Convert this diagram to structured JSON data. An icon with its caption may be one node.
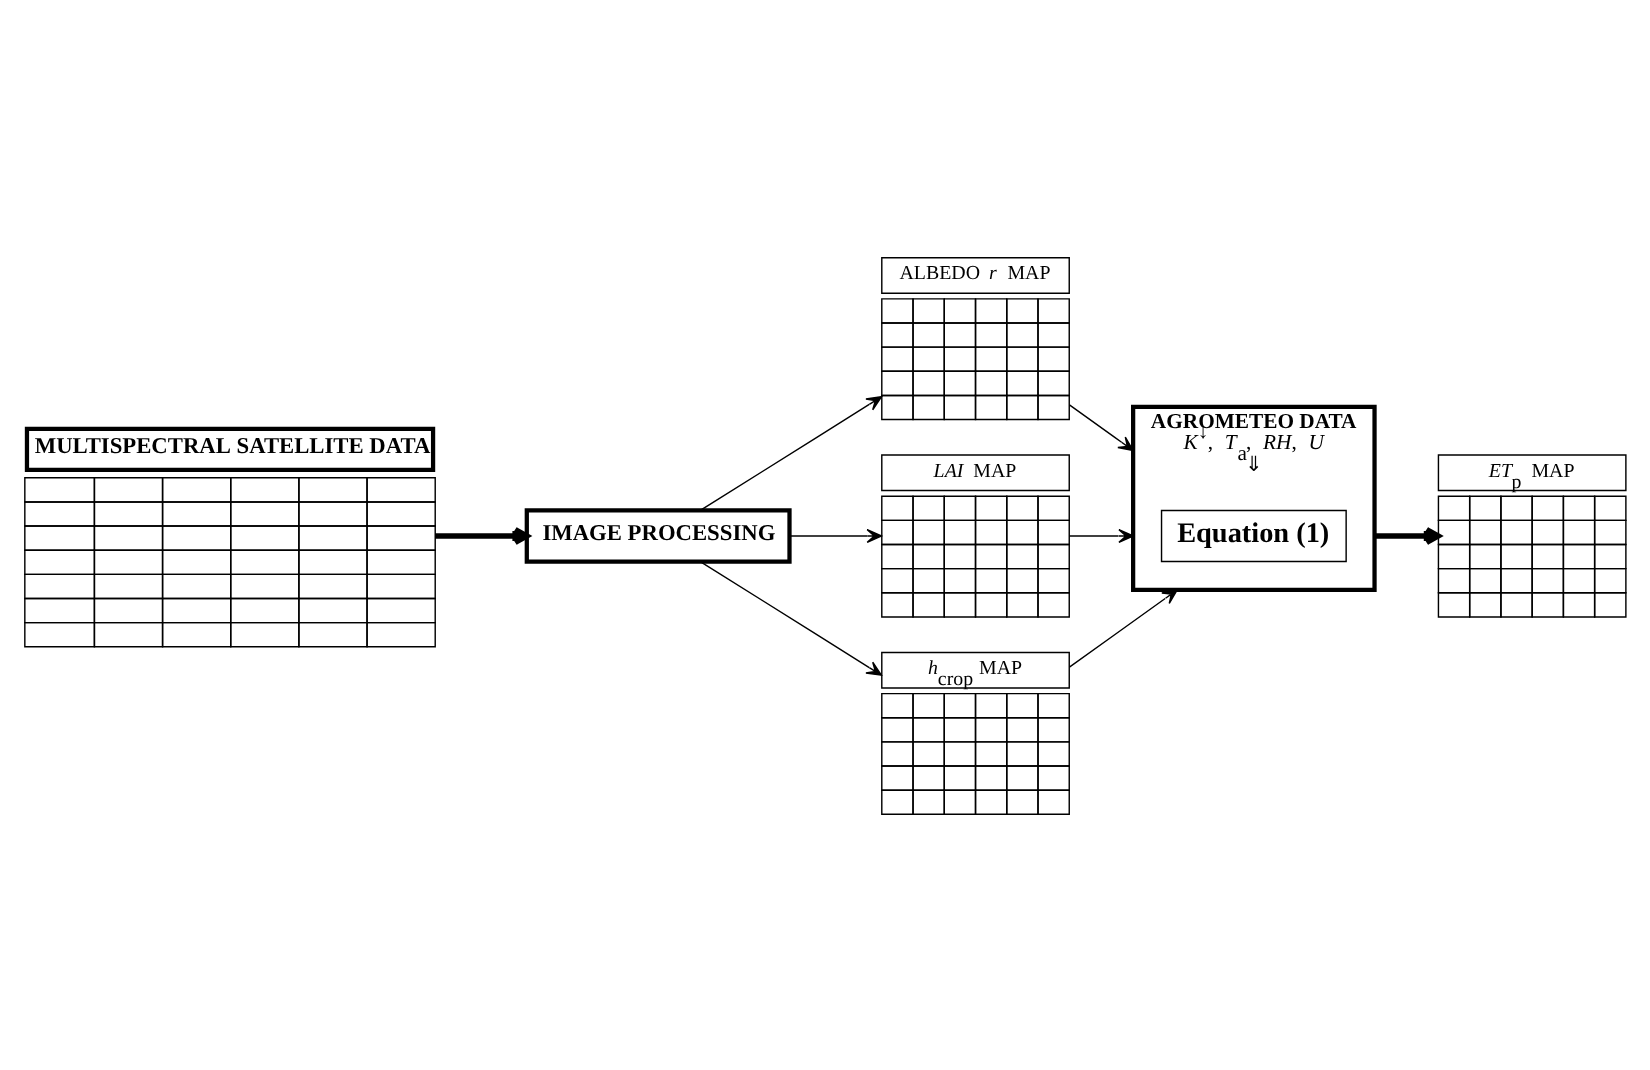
{
  "diagram": {
    "nodes": [
      {
        "text": [
          "MULTISPECTRAL SATELLITE DATA"
        ]
      },
      {
        "text": [
          "IMAGE PROCESSING"
        ]
      },
      {
        "text": [
          "ALBEDO *r* MAP"
        ]
      },
      {
        "text": [
          "*LAI* MAP"
        ]
      },
      {
        "text": [
          "*h*$_{crop}$ MAP"
        ]
      },
      {
        "text": [
          "AGROMETEO DATA",
          "*K*$^{↓}$, *T*$_{a}$, *RH*, *U*",
          "⇓"
        ]
      },
      {
        "text": [
          "Equation (1)"
        ],
        "in": 5
      },
      {
        "text": [
          "*ET*$_{p}$ MAP"
        ]
      }
    ],
    "edges": [
      {
        "from": 0,
        "to": 1,
        "arrow": "to",
        "style": "thick"
      },
      {
        "from": 1,
        "to": 2,
        "arrow": "to"
      },
      {
        "from": 1,
        "to": 3,
        "arrow": "to"
      },
      {
        "from": 1,
        "to": 4,
        "arrow": "to"
      },
      {
        "from": 2,
        "to": 5,
        "arrow": "to"
      },
      {
        "from": 3,
        "to": 5,
        "arrow": "to"
      },
      {
        "from": 4,
        "to": 5,
        "arrow": "to"
      },
      {
        "from": 5,
        "to": 7,
        "arrow": "to",
        "style": "thick"
      }
    ]
  }
}
